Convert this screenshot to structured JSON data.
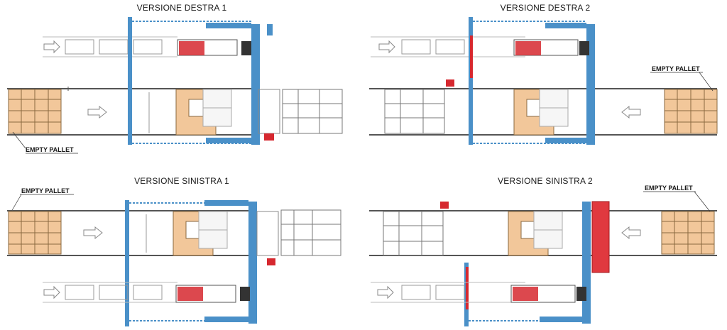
{
  "titles": {
    "tl": "VERSIONE DESTRA 1",
    "tr": "VERSIONE DESTRA 2",
    "bl": "VERSIONE SINISTRA 1",
    "br": "VERSIONE SINISTRA 2"
  },
  "labels": {
    "empty_pallet": "EMPTY PALLET"
  },
  "colors": {
    "frame_blue": "#4a90c8",
    "pallet_wood": "#f2c79a",
    "machine_red": "#d6282f",
    "conveyor_gray": "#555555"
  }
}
